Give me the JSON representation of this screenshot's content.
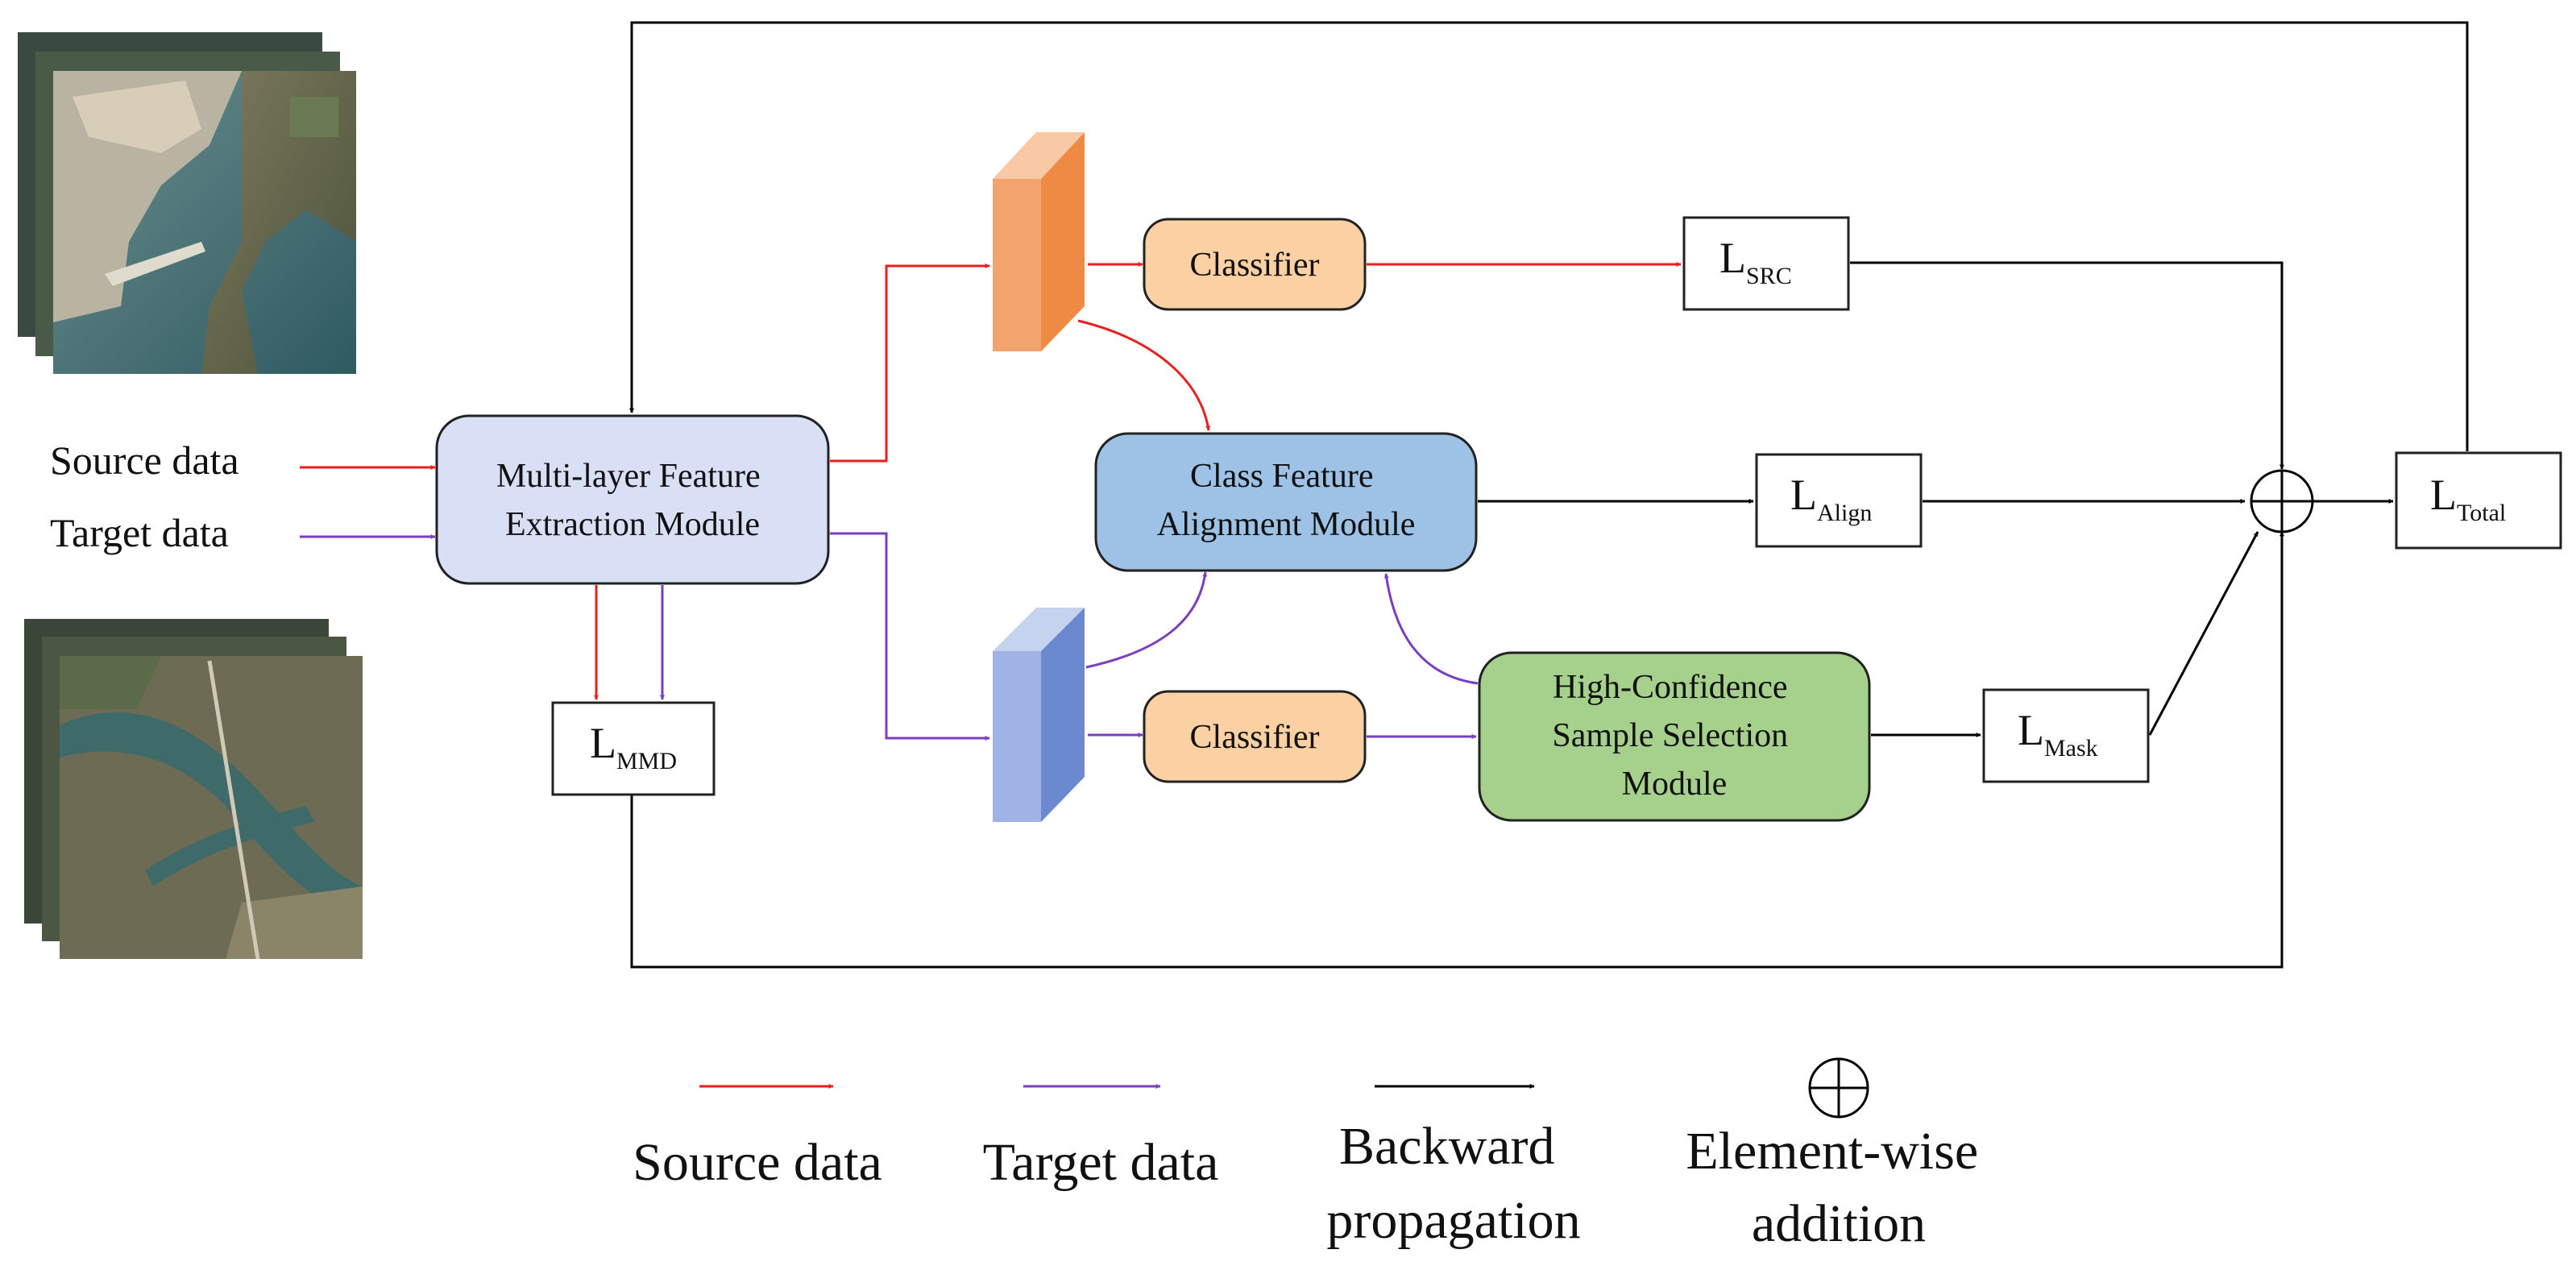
{
  "inputs": {
    "source_label": "Source data",
    "target_label": "Target data"
  },
  "modules": {
    "extraction": [
      "Multi-layer Feature",
      "Extraction Module"
    ],
    "classifier_source": "Classifier",
    "classifier_target": "Classifier",
    "alignment": [
      "Class Feature",
      "Alignment Module"
    ],
    "selection": [
      "High-Confidence",
      "Sample Selection",
      "Module"
    ]
  },
  "losses": {
    "mmd": {
      "main": "L",
      "sub": "MMD"
    },
    "src": {
      "main": "L",
      "sub": "SRC"
    },
    "align": {
      "main": "L",
      "sub": "Align"
    },
    "mask": {
      "main": "L",
      "sub": "Mask"
    },
    "total": {
      "main": "L",
      "sub": "Total"
    }
  },
  "legend": {
    "source": "Source data",
    "target": "Target data",
    "backward": [
      "Backward",
      "propagation"
    ],
    "addition": [
      "Element-wise",
      "addition"
    ]
  },
  "colors": {
    "source_arrow": "#e8201f",
    "target_arrow": "#7a3fbf",
    "backward_arrow": "#000000",
    "extraction_fill": "#d9dff5",
    "classifier_fill": "#fbd0a2",
    "alignment_fill": "#9dc2e6",
    "selection_fill": "#a6d18c",
    "source_feature_block": "#f2a46c",
    "target_feature_block": "#7b9ad7"
  }
}
